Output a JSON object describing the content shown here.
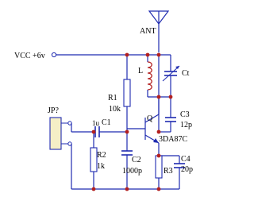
{
  "labels": {
    "ant": "ANT",
    "vcc": "VCC +6v",
    "l": "L",
    "ct": "Ct",
    "r1": "R1",
    "r1_value": "10k",
    "c1": "C1",
    "c1_value": "1u",
    "q": "Q",
    "transistor": "3DA87C",
    "c3": "C3",
    "c3_value": "12p",
    "c2": "C2",
    "c2_value": "1000p",
    "c4": "C4",
    "c4_value": "20p",
    "r2": "R2",
    "r2_value": "1k",
    "r3": "R3",
    "jp": "JP?"
  },
  "colors": {
    "wire": "#1f2bb0",
    "junction": "#b32020",
    "inductor": "#b32020",
    "connector_fill": "#f5efc6"
  }
}
